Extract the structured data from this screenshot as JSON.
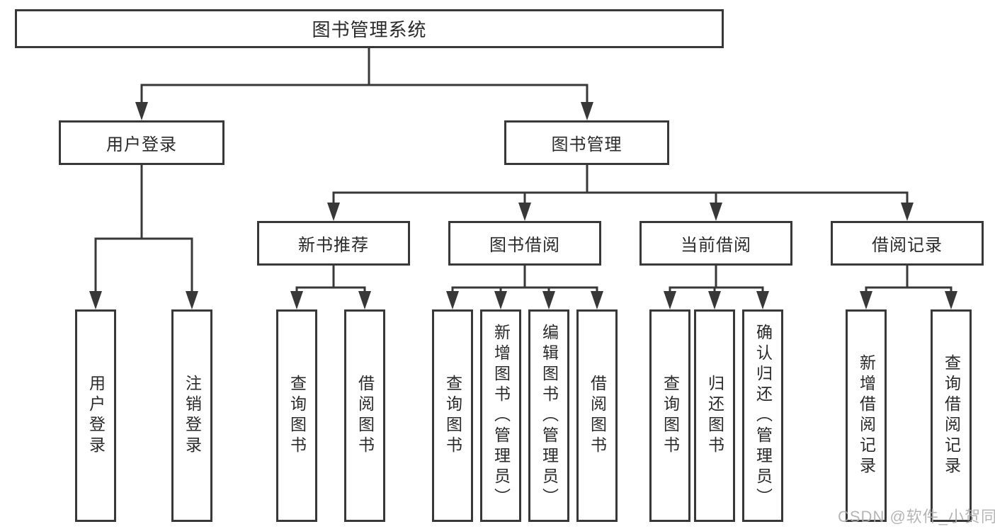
{
  "tree": {
    "root": {
      "label": "图书管理系统"
    },
    "branches": [
      {
        "label": "用户登录",
        "children": [
          {
            "label": "用户登录"
          },
          {
            "label": "注销登录"
          }
        ]
      },
      {
        "label": "图书管理",
        "groups": [
          {
            "label": "新书推荐",
            "children": [
              {
                "label": "查询图书"
              },
              {
                "label": "借阅图书"
              }
            ]
          },
          {
            "label": "图书借阅",
            "children": [
              {
                "label": "查询图书"
              },
              {
                "label": "新增图书（管理员）"
              },
              {
                "label": "编辑图书（管理员）"
              },
              {
                "label": "借阅图书"
              }
            ]
          },
          {
            "label": "当前借阅",
            "children": [
              {
                "label": "查询图书"
              },
              {
                "label": "归还图书"
              },
              {
                "label": "确认归还（管理员）"
              }
            ]
          },
          {
            "label": "借阅记录",
            "children": [
              {
                "label": "新增借阅记录"
              },
              {
                "label": "查询借阅记录"
              }
            ]
          }
        ]
      }
    ]
  },
  "watermark": {
    "text": "CSDN @软件_小贺同学"
  },
  "colors": {
    "line": "#383838",
    "text": "#2a2a2a",
    "background": "#ffffff",
    "watermark": "#ababab"
  }
}
